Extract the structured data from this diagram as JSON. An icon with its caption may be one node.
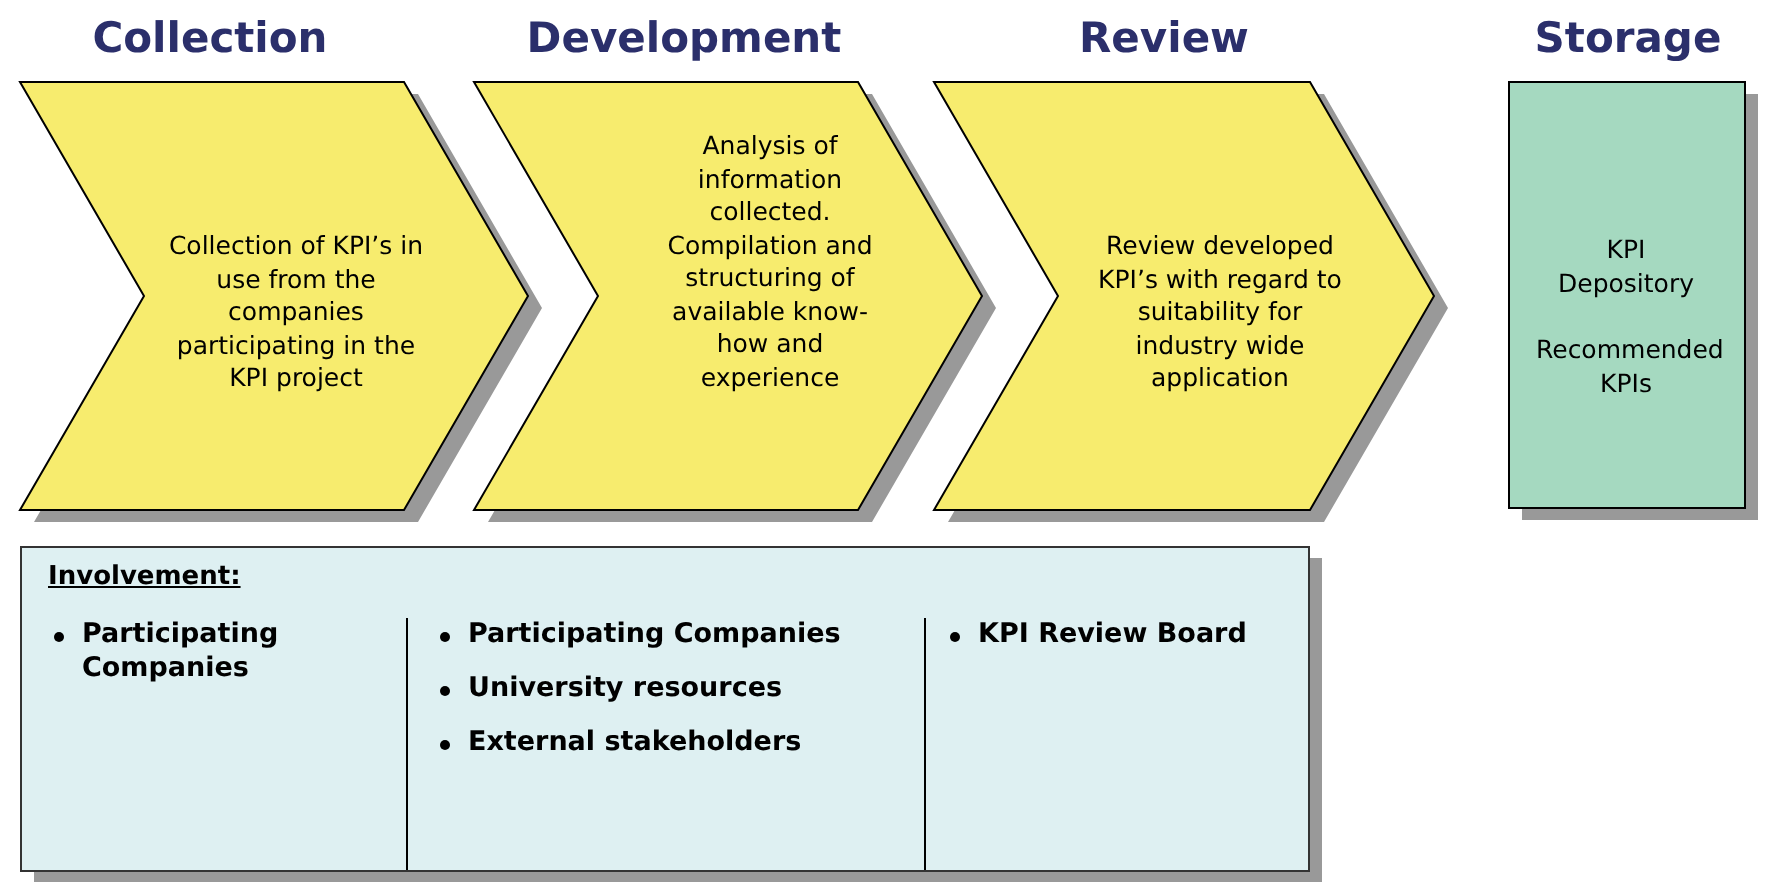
{
  "diagram": {
    "nodes": [
      {
        "text": [
          "Collection",
          "Collection of KPI’s in use from the companies participating in the KPI project"
        ]
      },
      {
        "text": [
          "Development",
          "Analysis of information collected. Compilation and structuring of available know-how and experience"
        ]
      },
      {
        "text": [
          "Review",
          "Review developed KPI’s with regard to suitability for industry wide application"
        ]
      },
      {
        "text": [
          "Storage",
          "KPI Depository",
          "Recommended KPIs"
        ]
      },
      {
        "text": [
          "Involvement:",
          "Participating Companies",
          "Participating Companies",
          "University resources",
          "External stakeholders",
          "KPI Review Board"
        ]
      }
    ]
  }
}
